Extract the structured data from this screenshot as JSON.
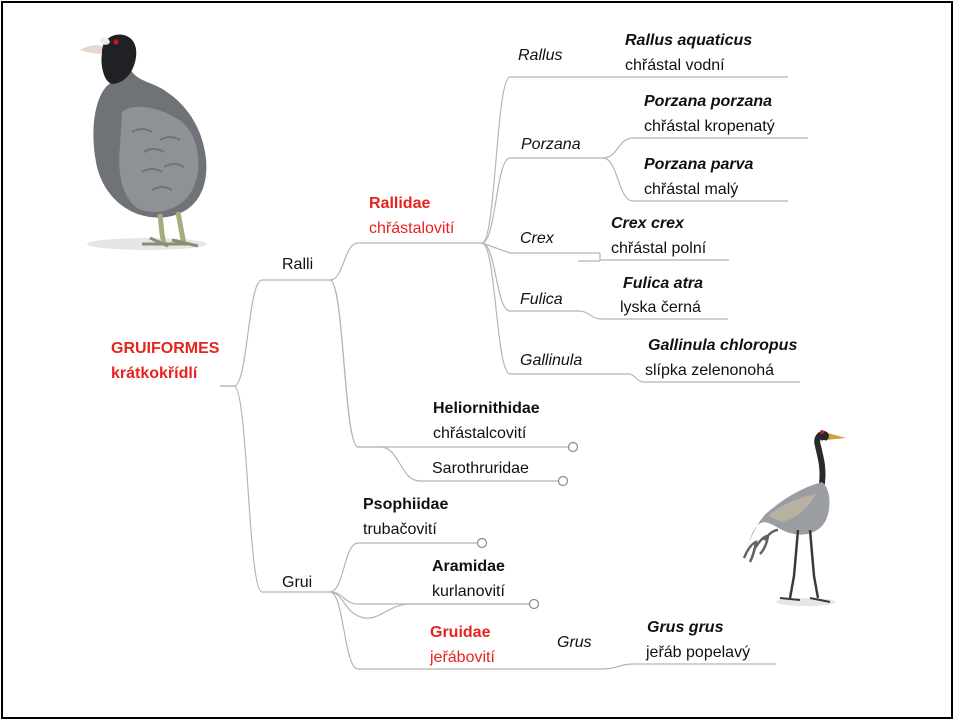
{
  "root": {
    "latin": "GRUIFORMES",
    "czech": "krátkokřídlí",
    "color": "#e8231f"
  },
  "ralli": {
    "label": "Ralli",
    "rallidae": {
      "latin": "Rallidae",
      "czech": "chřástalovití",
      "genera": [
        {
          "genus": "Rallus",
          "species": [
            {
              "latin": "Rallus aquaticus",
              "czech": "chřástal vodní"
            }
          ]
        },
        {
          "genus": "Porzana",
          "species": [
            {
              "latin": "Porzana porzana",
              "czech": "chřástal kropenatý"
            },
            {
              "latin": "Porzana parva",
              "czech": "chřástal malý"
            }
          ]
        },
        {
          "genus": "Crex",
          "species": [
            {
              "latin": "Crex crex",
              "czech": "chřástal polní"
            }
          ]
        },
        {
          "genus": "Fulica",
          "species": [
            {
              "latin": "Fulica atra",
              "czech": "lyska černá"
            }
          ]
        },
        {
          "genus": "Gallinula",
          "species": [
            {
              "latin": "Gallinula chloropus",
              "czech": "slípka zelenonohá"
            }
          ]
        }
      ]
    },
    "heliornithidae": {
      "latin": "Heliornithidae",
      "czech": "chřástalcovití"
    },
    "sarothruridae": {
      "latin": "Sarothruridae"
    }
  },
  "grui": {
    "label": "Grui",
    "psophiidae": {
      "latin": "Psophiidae",
      "czech": "trubačovití"
    },
    "aramidae": {
      "latin": "Aramidae",
      "czech": "kurlanovití"
    },
    "gruidae": {
      "latin": "Gruidae",
      "czech": "jeřábovití",
      "genus": "Grus",
      "species": {
        "latin": "Grus grus",
        "czech": "jeřáb popelavý"
      }
    }
  },
  "images": {
    "top_left": "coot-illustration",
    "bottom_right": "crane-illustration"
  }
}
